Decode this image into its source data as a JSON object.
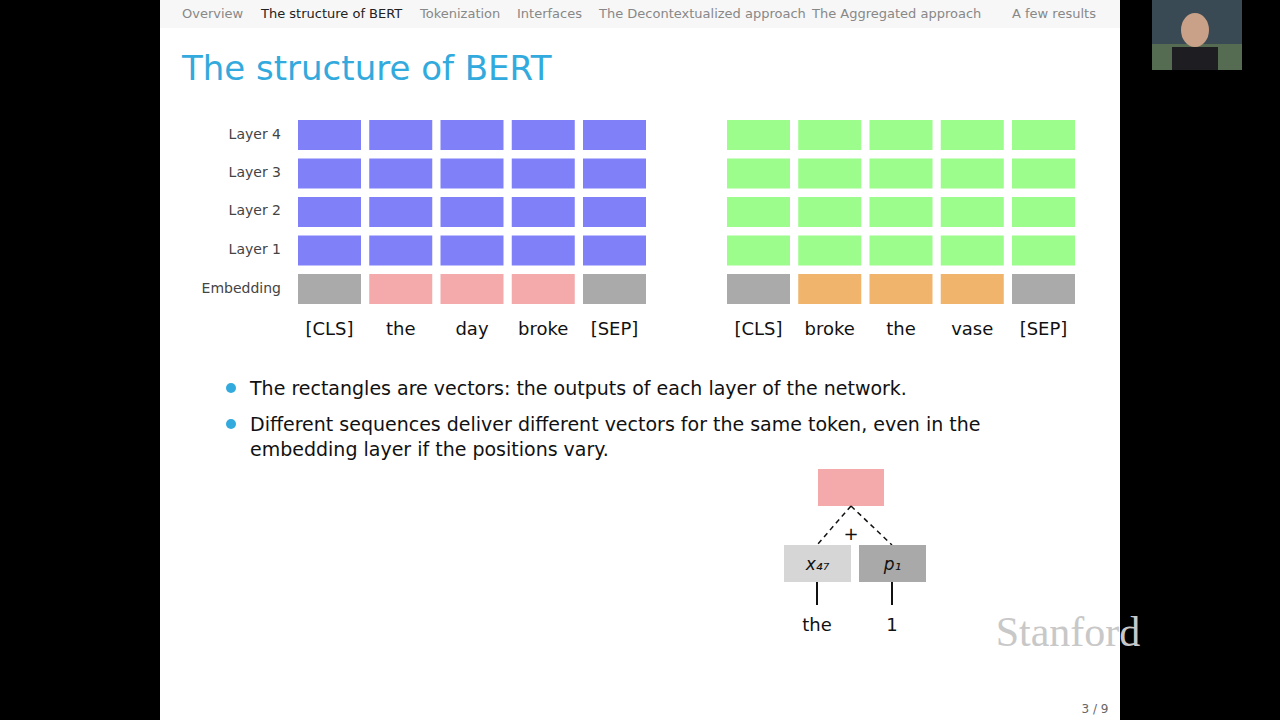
{
  "diagram": {
    "title": "The structure of BERT",
    "nodes": [
      {
        "text": [
          "x₄₇"
        ]
      },
      {
        "text": [
          "p₁"
        ]
      }
    ],
    "labels": [
      "Overview",
      "The structure of BERT",
      "Tokenization",
      "Interfaces",
      "The Decontextualized approach",
      "The Aggregated approach",
      "A few results",
      "Layer 4",
      "Layer 3",
      "Layer 2",
      "Layer 1",
      "Embedding",
      "[CLS]",
      "the",
      "day",
      "broke",
      "[SEP]",
      "[CLS]",
      "broke",
      "the",
      "vase",
      "[SEP]",
      "The rectangles are vectors: the outputs of each layer of the network.",
      "Different sequences deliver different vectors for the same token, even in the embedding layer if the positions vary.",
      "+",
      "the",
      "1",
      "Stanford",
      "3 / 9"
    ]
  }
}
